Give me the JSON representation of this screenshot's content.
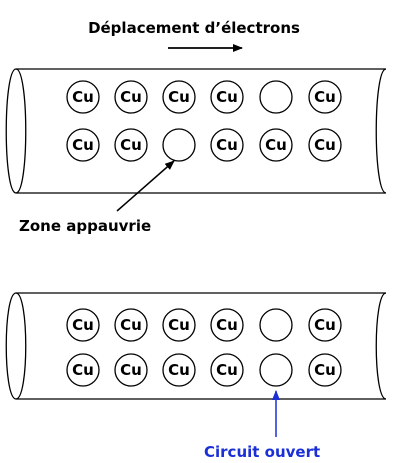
{
  "top_label": "Déplacement d’électrons",
  "depleted_label": "Zone appauvrie",
  "open_label": "Circuit ouvert",
  "atom_symbol": "Cu",
  "colors": {
    "stroke": "#000000",
    "open_circuit": "#1a2fd6",
    "background": "#ffffff"
  },
  "wires": [
    {
      "rows": [
        [
          "Cu",
          "Cu",
          "Cu",
          "Cu",
          "",
          "Cu"
        ],
        [
          "Cu",
          "Cu",
          "",
          "Cu",
          "Cu",
          "Cu"
        ]
      ]
    },
    {
      "rows": [
        [
          "Cu",
          "Cu",
          "Cu",
          "Cu",
          "",
          "Cu"
        ],
        [
          "Cu",
          "Cu",
          "Cu",
          "Cu",
          "",
          "Cu"
        ]
      ]
    }
  ]
}
